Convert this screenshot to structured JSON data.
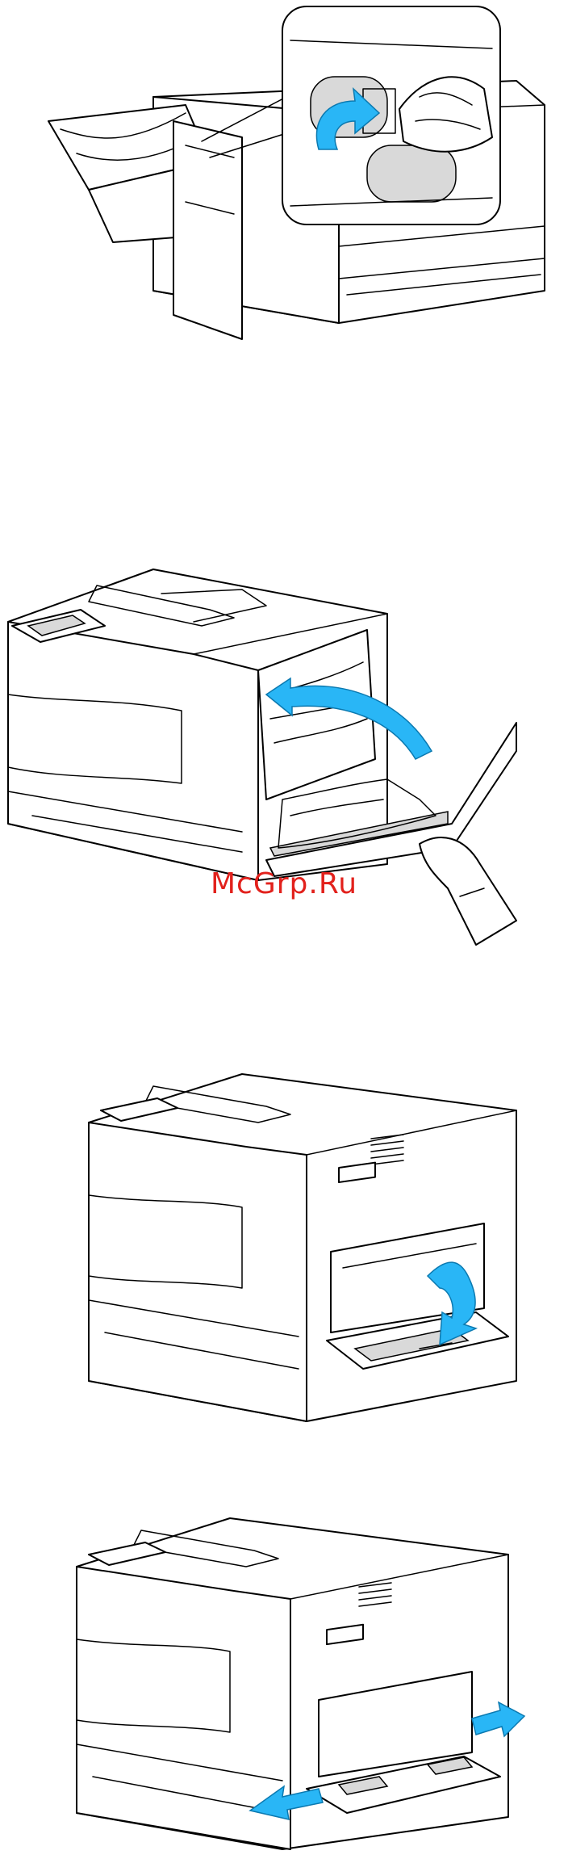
{
  "watermark": {
    "text": "McGrp.Ru",
    "color": "#e2211c"
  },
  "accent_color": "#29b6f6",
  "figures": [
    {
      "name": "fuser-rollers-detail",
      "icon": "rotate-arrow-icon"
    },
    {
      "name": "close-right-door",
      "icon": "curved-arrow-icon"
    },
    {
      "name": "open-bypass-tray",
      "icon": "down-arrow-icon"
    },
    {
      "name": "extend-tray-guides",
      "icon": "double-arrow-icon"
    }
  ]
}
